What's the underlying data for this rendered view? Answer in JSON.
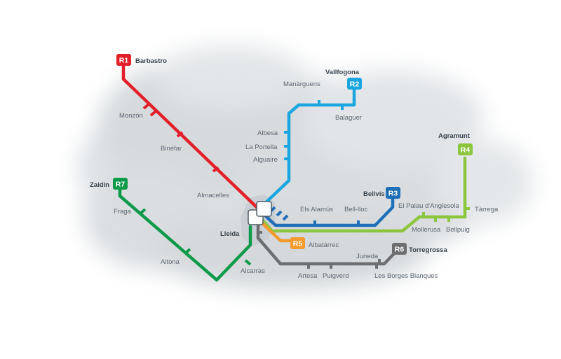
{
  "hub": {
    "name": "Lleida"
  },
  "lines": [
    {
      "id": "R1",
      "color": "#e3202a",
      "terminus": "Barbastro",
      "stations": [
        "Monzón",
        "Binéfar",
        "Almacelles"
      ]
    },
    {
      "id": "R2",
      "color": "#1ba6e0",
      "terminus": "Vallfogona",
      "stations": [
        "Manàrguens",
        "Balaguer",
        "Albesa",
        "La Portella",
        "Alguaire"
      ]
    },
    {
      "id": "R3",
      "color": "#1f6fb8",
      "terminus": "Bellvís",
      "stations": [
        "Els Alamús",
        "Bell-lloc"
      ]
    },
    {
      "id": "R4",
      "color": "#8cc63f",
      "terminus": "Agramunt",
      "stations": [
        "El Palau d'Anglesola",
        "Tàrrega",
        "Mollerusa",
        "Bellpuig"
      ]
    },
    {
      "id": "R5",
      "color": "#f39a2c",
      "terminus": "Albatàrrec",
      "stations": []
    },
    {
      "id": "R6",
      "color": "#6d6e70",
      "terminus": "Torregrossa",
      "stations": [
        "Juneda",
        "Artesa",
        "Puigverd",
        "Les Borges Blanques"
      ]
    },
    {
      "id": "R7",
      "color": "#0f9a4a",
      "terminus": "Zaidín",
      "stations": [
        "Fraga",
        "Aitona",
        "Alcarràs"
      ]
    }
  ]
}
